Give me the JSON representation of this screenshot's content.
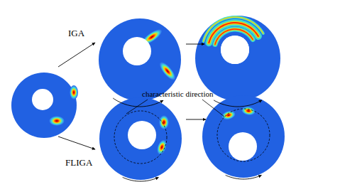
{
  "diagram": {
    "labels": [
      "IGA",
      "FLIGA",
      "characteristic direction"
    ]
  }
}
